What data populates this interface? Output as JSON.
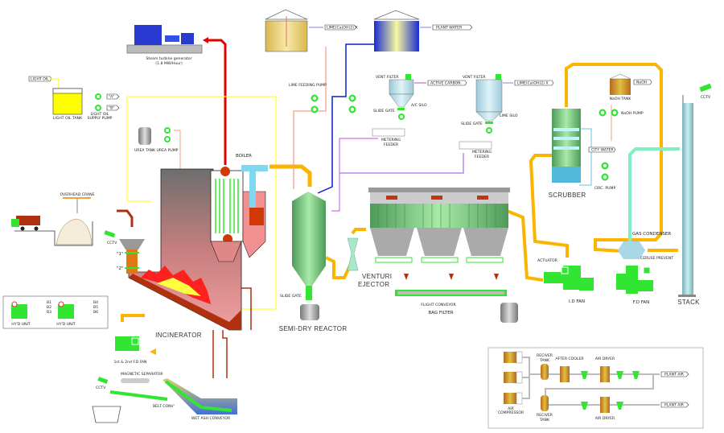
{
  "labels": {
    "turbine": "Steam turbine generator",
    "turbine_rate": "(1.8 MW/Hour)",
    "light_oil_tag": "LIGHT OIL",
    "light_oil_tank": "LIGHT OIL TANK",
    "light_oil_pump_1": "LIGHT OIL",
    "light_oil_pump_2": "SUPPLY PUMP",
    "tag_a": "\"A\"",
    "tag_b": "\"B\"",
    "urea_tank": "UREA TANK",
    "urea_pump": "UREA PUMP",
    "boiler": "BOILER",
    "lime_feeding_pump": "LIME FEEDING PUMP",
    "lime_tag_top": "LIME(Ca(OH)2) X",
    "plant_water": "PLANT WATER",
    "vent_filter_1": "VENT FILTER",
    "active_carbon": "ACTIVE CARBON",
    "ac_silo": "A/C SILO",
    "slide_gate_1": "SLIDE GATE",
    "metering_feeder_1a": "METERING",
    "metering_feeder_1b": "FEEDER",
    "vent_filter_2": "VENT FILTER",
    "lime_tag_2": "LIME(Ca(OH)2) X",
    "lime_silo": "LIME SILO",
    "slide_gate_2": "SLIDE GATE",
    "metering_feeder_2a": "METERING",
    "metering_feeder_2b": "FEEDER",
    "naoh_tag": "NaOH",
    "naoh_tank": "NaOH TANK",
    "naoh_pump": "NaOH PUMP",
    "city_water": "CITY WATER",
    "circ_pump": "CIRC. PUMP",
    "scrubber": "SCRUBBER",
    "cctv_stack": "CCTV",
    "overhead_crane": "OVERHEAD CRANE",
    "cctv_hopper": "CCTV",
    "hopper_gate_1": "\"1\"",
    "hopper_gate_2": "\"2\"",
    "hyd_unit_1": "HY'D UNIT",
    "hyd_unit_2": "HY'D UNIT",
    "hyd_b1": "B1",
    "hyd_b2": "B2",
    "hyd_b3": "B3",
    "hyd_b4": "B4",
    "hyd_b5": "B5",
    "hyd_b6": "B6",
    "incinerator": "INCINERATOR",
    "fd_fan_1": "1st & 2nd F.D FAN",
    "magnetic_separator": "MAGNETIC SEPARATOR",
    "cctv_belt": "CCTV",
    "belt_conv": "BELT CONV'",
    "wet_ash_conveyor": "WET ASH CONVEYOR",
    "slide_gate_reactor": "SLIDE GATE",
    "semi_dry_reactor": "SEMI-DRY REACTOR",
    "venturi": "VENTURI",
    "ejector": "EJECTOR",
    "flight_conveyor": "FLIGHT CONVEYOR",
    "bag_filter": "BAG FILTER",
    "actuator": "ACTUATOR",
    "id_fan": "I.D FAN",
    "gas_condenser": "GAS CONDENSER",
    "ceruse_prevent": "CERUSE PREVENT",
    "fd_fan_2": "F.D FAN",
    "stack": "STACK"
  },
  "air_system": {
    "reciver_tank_1": "RECIVER",
    "reciver_tank_1b": "TANK",
    "after_cooler": "AFTER COOLER",
    "air_dryer_1": "AIR DRYER",
    "plant_air_1": "PLANT AIR",
    "air_compressor_a": "AIR",
    "air_compressor_b": "COMPRESSOR",
    "reciver_tank_2": "RECIVER",
    "reciver_tank_2b": "TANK",
    "air_dryer_2": "AIR DRYER",
    "plant_air_2": "PLANT AIR"
  },
  "colors": {
    "steam": "#e00000",
    "flue_gas": "#fbb400",
    "light_oil": "#ffff33",
    "lime_slurry": "#f4a08a",
    "water": "#0a1fd0",
    "equipment": "#33e533",
    "ash": "#b03010"
  }
}
